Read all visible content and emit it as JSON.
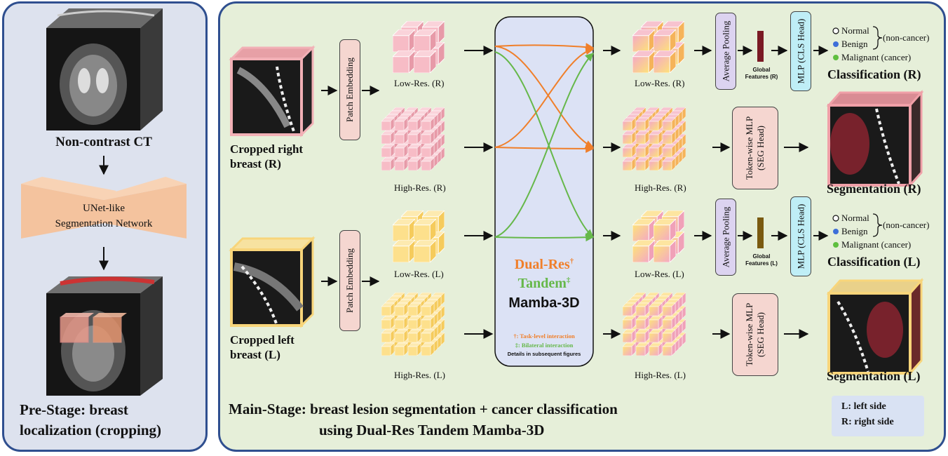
{
  "pre_stage": {
    "ct_label": "Non-contrast CT",
    "unet_line1": "UNet-like",
    "unet_line2": "Segmentation Network",
    "caption_line1": "Pre-Stage: breast",
    "caption_line2": "localization (cropping)"
  },
  "main_stage": {
    "input_right_line1": "Cropped right",
    "input_right_line2": "breast (R)",
    "input_left_line1": "Cropped left",
    "input_left_line2": "breast (L)",
    "patch_embedding": "Patch Embedding",
    "low_res_r": "Low-Res. (R)",
    "high_res_r": "High-Res. (R)",
    "low_res_l": "Low-Res. (L)",
    "high_res_l": "High-Res. (L)",
    "mamba_dual": "Dual-Res",
    "mamba_dual_sup": "†",
    "mamba_tandem": "Tandem",
    "mamba_tandem_sup": "‡",
    "mamba_name": "Mamba-3D",
    "note_task": "†: Task-level interaction",
    "note_bilateral": "‡: Bilateral interaction",
    "note_details": "Details in subsequent figures",
    "avg_pooling": "Average Pooling",
    "global_features_r_1": "Global",
    "global_features_r_2": "Features (R)",
    "global_features_l_1": "Global",
    "global_features_l_2": "Features (L)",
    "mlp_cls": "MLP (CLS Head)",
    "token_mlp_1": "Token-wise MLP",
    "token_mlp_2": "(SEG Head)",
    "normal": "Normal",
    "benign": "Benign",
    "malignant": "Malignant (cancer)",
    "non_cancer": "(non-cancer)",
    "classification_r": "Classification (R)",
    "classification_l": "Classification (L)",
    "segmentation_r": "Segmentation (R)",
    "segmentation_l": "Segmentation (L)",
    "caption_line1": "Main-Stage: breast lesion segmentation + cancer classification",
    "caption_line2": "using Dual-Res Tandem Mamba-3D",
    "legend_l": "L: left side",
    "legend_r": "R: right side"
  },
  "colors": {
    "pre_bg": "#dde2ee",
    "main_bg": "#e6efd9",
    "panel_border": "#2f4f8f",
    "mamba_bg": "#dce2f5",
    "orange_arrow": "#f07f2a",
    "green_arrow": "#66b84a",
    "pink_cube": "#f4b5bf",
    "yellow_cube": "#fde28a",
    "feature_r": "#7a1a24",
    "feature_l": "#7a5a10",
    "benign_dot": "#3e6fd9",
    "malignant_dot": "#5fbf3f"
  }
}
